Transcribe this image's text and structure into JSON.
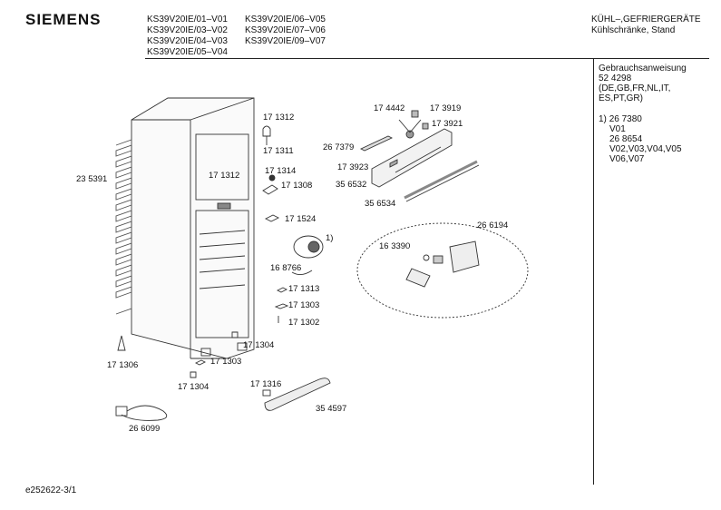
{
  "header": {
    "brand": "SIEMENS",
    "models_col1": [
      "KS39V20IE/01–V01",
      "KS39V20IE/03–V02",
      "KS39V20IE/04–V03",
      "KS39V20IE/05–V04"
    ],
    "models_col2": [
      "KS39V20IE/06–V05",
      "KS39V20IE/07–V06",
      "KS39V20IE/09–V07"
    ],
    "category": "KÜHL–,GEFRIERGERÄTE",
    "subcategory": "Kühlschränke, Stand"
  },
  "sidebar": {
    "doc_title": "Gebrauchsanweisung",
    "doc_number": "52 4298",
    "doc_languages_1": "(DE,GB,FR,NL,IT,",
    "doc_languages_2": "ES,PT,GR)",
    "note_marker": "1)",
    "note_part_1": "26 7380",
    "note_versions_1": "V01",
    "note_part_2": "26 8654",
    "note_versions_2a": "V02,V03,V04,V05",
    "note_versions_2b": "V06,V07"
  },
  "parts": {
    "p171312a": "17 1312",
    "p171311": "17 1311",
    "p171312b": "17 1312",
    "p235391": "23 5391",
    "p171314": "17 1314",
    "p171308": "17 1308",
    "p171524": "17 1524",
    "marker_1": "1)",
    "p168766": "16 8766",
    "p171313": "17 1313",
    "p171303a": "17 1303",
    "p171302": "17 1302",
    "p171304a": "17 1304",
    "p171306": "17 1306",
    "p171303b": "17 1303",
    "p171304b": "17 1304",
    "p266099": "26 6099",
    "p171316": "17 1316",
    "p354597": "35 4597",
    "p174442": "17 4442",
    "p173919": "17 3919",
    "p173921": "17 3921",
    "p267379": "26 7379",
    "p173923": "17 3923",
    "p356532": "35 6532",
    "p356534": "35 6534",
    "p266194": "26 6194",
    "p163390": "16 3390"
  },
  "footer": {
    "doc_id": "e252622-3/1"
  }
}
